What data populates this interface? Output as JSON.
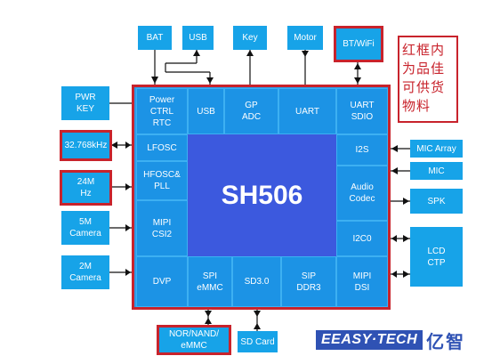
{
  "chip": {
    "core_label": "SH506",
    "top_cells": [
      "Power\nCTRL\nRTC",
      "USB",
      "GP\nADC",
      "UART",
      "UART\nSDIO"
    ],
    "left_cells": [
      "LFOSC",
      "HFOSC&\nPLL",
      "MIPI\nCSI2",
      "DVP"
    ],
    "right_cells": [
      "I2S",
      "Audio\nCodec",
      "I2C0",
      "MIPI\nDSI"
    ],
    "bottom_cells": [
      "SPI\neMMC",
      "SD3.0",
      "SIP\nDDR3"
    ]
  },
  "top_peripherals": [
    "BAT",
    "USB",
    "Key",
    "Motor",
    "BT/WiFi"
  ],
  "left_peripherals": [
    "PWR\nKEY",
    "32.768kHz",
    "24M\nHz",
    "5M\nCamera",
    "2M\nCamera"
  ],
  "right_peripherals": [
    "MIC Array",
    "MIC",
    "SPK",
    "LCD\nCTP"
  ],
  "bottom_peripherals": [
    "NOR/NAND/\neMMC",
    "SD Card"
  ],
  "note_text": "红框内为品佳可供货物料",
  "logo": {
    "english": "EEASY·TECH",
    "chinese": "亿智"
  },
  "colors": {
    "block_blue": "#17a3e8",
    "core_blue": "#3c59de",
    "highlight_red": "#c8232c"
  }
}
